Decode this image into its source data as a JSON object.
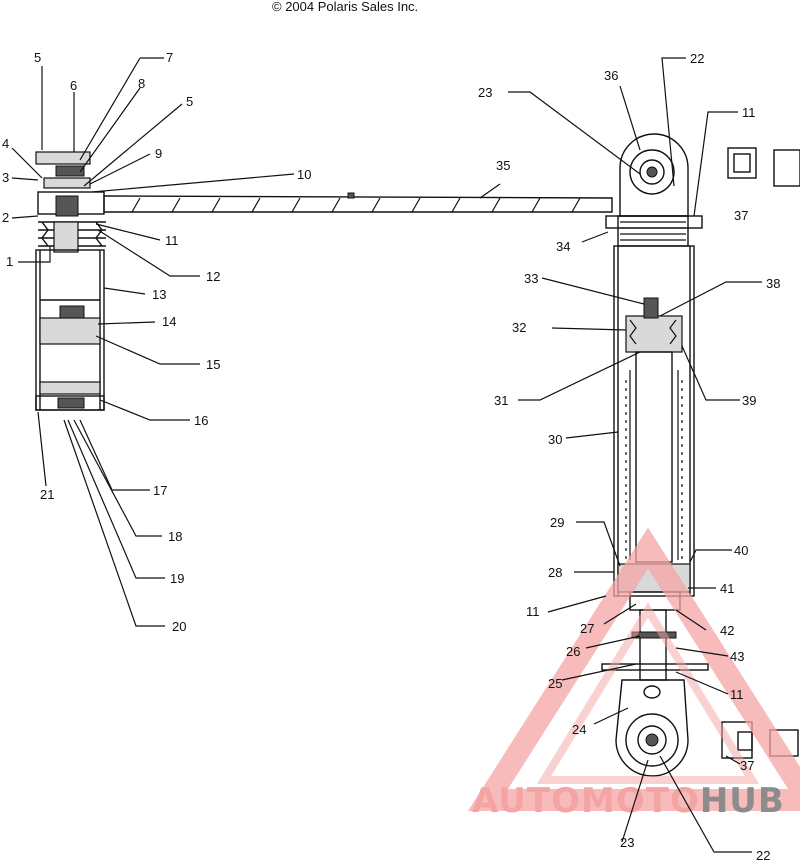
{
  "copyright": "© 2004 Polaris Sales Inc.",
  "watermark": {
    "part1": "AUTO",
    "part2": "MOTO",
    "part3": "HUB",
    "color_main": "#f5a4a4",
    "color_hub": "#8c8c8c"
  },
  "labels": {
    "l1": "1",
    "l2": "2",
    "l3": "3",
    "l4": "4",
    "l5a": "5",
    "l5b": "5",
    "l6": "6",
    "l7": "7",
    "l8": "8",
    "l9": "9",
    "l10": "10",
    "l11a": "11",
    "l11b": "11",
    "l11c": "11",
    "l11d": "11",
    "l12": "12",
    "l13": "13",
    "l14": "14",
    "l15": "15",
    "l16": "16",
    "l17": "17",
    "l18": "18",
    "l19": "19",
    "l20": "20",
    "l21": "21",
    "l22a": "22",
    "l22b": "22",
    "l23a": "23",
    "l23b": "23",
    "l24": "24",
    "l25": "25",
    "l26": "26",
    "l27": "27",
    "l28": "28",
    "l29": "29",
    "l30": "30",
    "l31": "31",
    "l32": "32",
    "l33": "33",
    "l34": "34",
    "l35": "35",
    "l36": "36",
    "l37a": "37",
    "l37b": "37",
    "l38": "38",
    "l39": "39",
    "l40": "40",
    "l41": "41",
    "l42": "42",
    "l43": "43"
  }
}
